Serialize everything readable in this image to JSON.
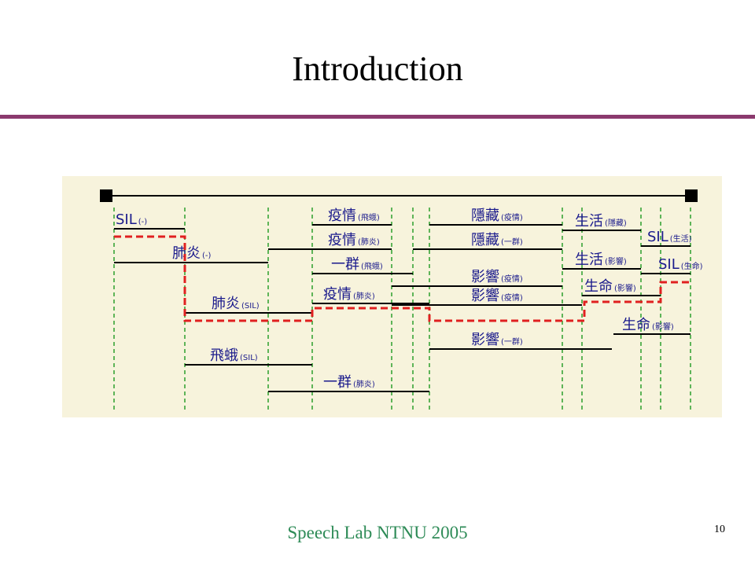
{
  "slide": {
    "title": "Introduction",
    "footer": "Speech Lab NTNU 2005",
    "page_number": "10"
  },
  "lattice": {
    "background": "#f7f3dc",
    "colors": {
      "arc": "#000000",
      "boundary": "#2ca02c",
      "best_path": "#e02020",
      "label": "#1a1a8c",
      "node": "#000000"
    },
    "arcs": [
      {
        "word": "SIL",
        "context": "(-)"
      },
      {
        "word": "肺炎",
        "context": "(-)"
      },
      {
        "word": "肺炎",
        "context": "(SIL)"
      },
      {
        "word": "飛蛾",
        "context": "(SIL)"
      },
      {
        "word": "疫情",
        "context": "(飛蛾)"
      },
      {
        "word": "疫情",
        "context": "(肺炎)"
      },
      {
        "word": "一群",
        "context": "(飛蛾)"
      },
      {
        "word": "疫情",
        "context": "(肺炎)"
      },
      {
        "word": "一群",
        "context": "(肺炎)"
      },
      {
        "word": "隱藏",
        "context": "(疫情)"
      },
      {
        "word": "隱藏",
        "context": "(一群)"
      },
      {
        "word": "影響",
        "context": "(疫情)"
      },
      {
        "word": "影響",
        "context": "(疫情)"
      },
      {
        "word": "影響",
        "context": "(一群)"
      },
      {
        "word": "生活",
        "context": "(隱藏)"
      },
      {
        "word": "生活",
        "context": "(影響)"
      },
      {
        "word": "生命",
        "context": "(影響)"
      },
      {
        "word": "生命",
        "context": "(影響)"
      },
      {
        "word": "SIL",
        "context": "(生活)"
      },
      {
        "word": "SIL",
        "context": "(生命)"
      }
    ]
  }
}
